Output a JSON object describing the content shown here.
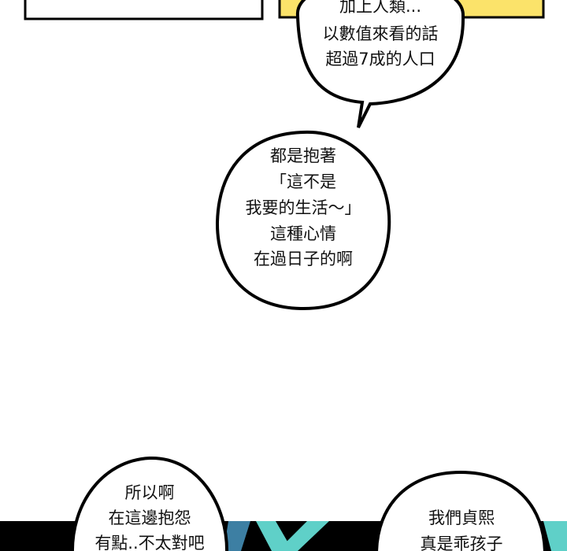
{
  "colors": {
    "panel_yellow": "#fbe36a",
    "teal": "#5fd0c8",
    "steel_blue": "#3d7fa3",
    "ink": "#000000"
  },
  "bubbles": {
    "top": [
      "加上人類...",
      "以數值來看的話",
      "超過7成的人口"
    ],
    "middle": [
      "都是抱著",
      "「這不是",
      "我要的生活～」",
      "這種心情",
      "在過日子的啊"
    ],
    "bottom_left": [
      "所以啊",
      "在這邊抱怨",
      "有點..不太對吧"
    ],
    "bottom_right": [
      "我們貞熙",
      "真是乖孩子"
    ]
  }
}
